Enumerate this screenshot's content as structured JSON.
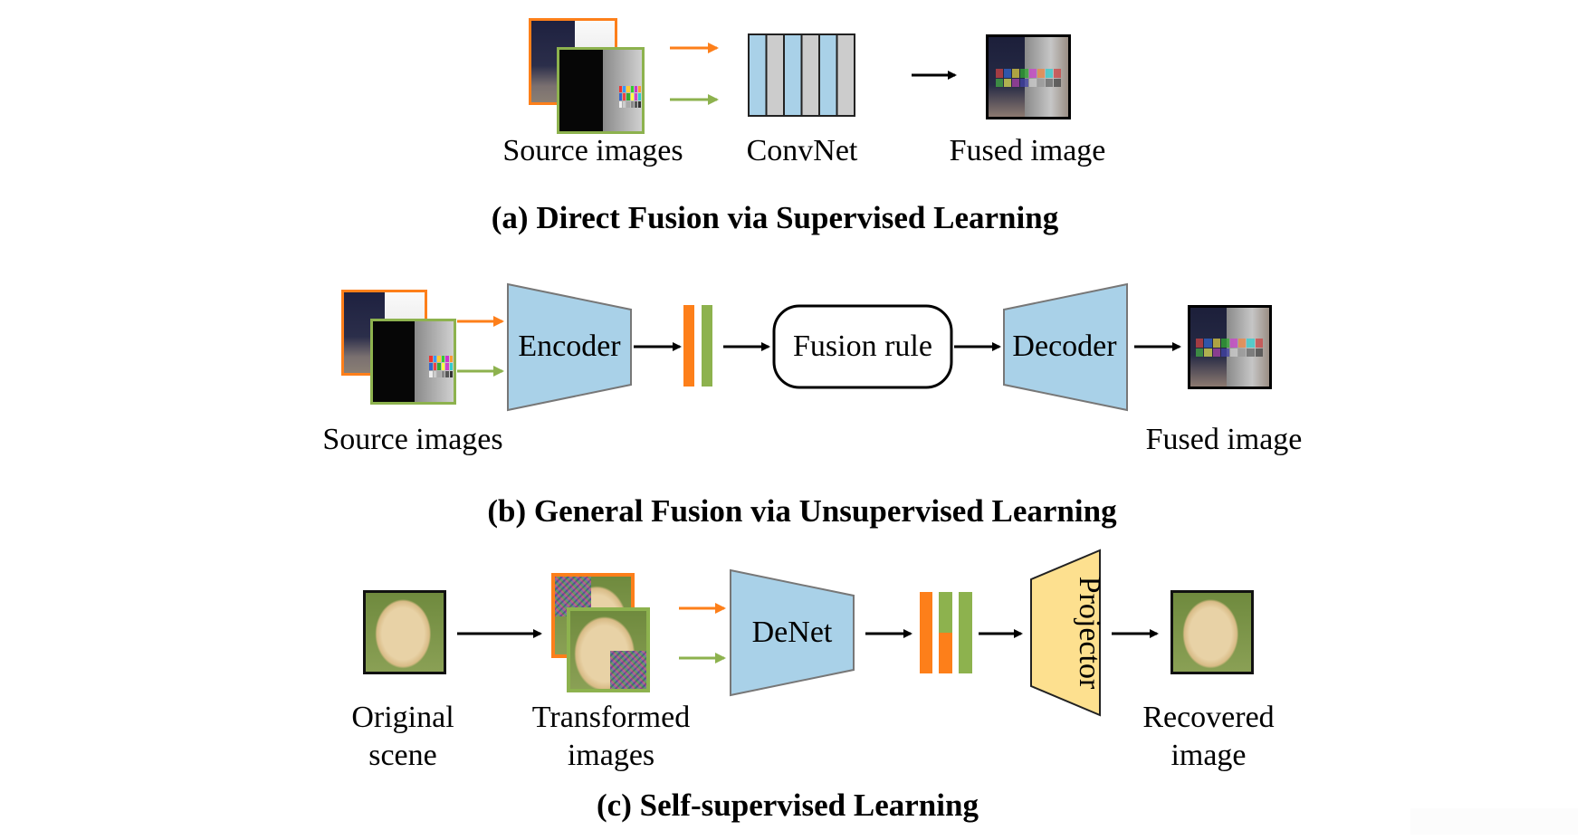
{
  "panel_a": {
    "source_label": "Source images",
    "net_label": "ConvNet",
    "output_label": "Fused image",
    "caption": "(a) Direct Fusion via Supervised Learning"
  },
  "panel_b": {
    "source_label": "Source images",
    "encoder_label": "Encoder",
    "fusion_rule_label": "Fusion rule",
    "decoder_label": "Decoder",
    "output_label": "Fused image",
    "caption": "(b) General Fusion via Unsupervised Learning"
  },
  "panel_c": {
    "original_label_line1": "Original",
    "original_label_line2": "scene",
    "transformed_label_line1": "Transformed",
    "transformed_label_line2": "images",
    "net_label": "DeNet",
    "projector_label": "Projector",
    "output_label_line1": "Recovered",
    "output_label_line2": "image",
    "caption": "(c) Self-supervised Learning"
  },
  "colors": {
    "orange": "#fd7f1a",
    "green": "#8db24e",
    "blue": "#a9d1e8",
    "gray": "#cccccc",
    "yellow": "#fde08f"
  }
}
